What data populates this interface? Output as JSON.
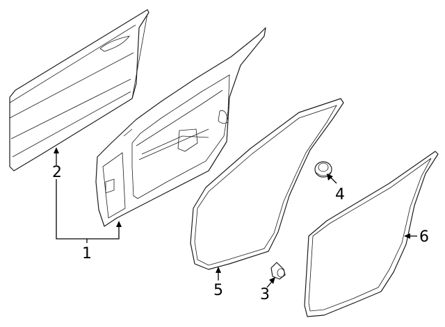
{
  "callouts": {
    "c1": "1",
    "c2": "2",
    "c3": "3",
    "c4": "4",
    "c5": "5",
    "c6": "6"
  },
  "parts": {
    "outer_panel": "door-outer-panel",
    "door_shell": "door-shell",
    "weatherstrip_door": "door-weatherstrip",
    "plug": "plug",
    "bumper": "door-bumper",
    "weatherstrip_body": "body-weatherstrip"
  },
  "colors": {
    "line": "#1a1a1a",
    "background": "#ffffff"
  }
}
